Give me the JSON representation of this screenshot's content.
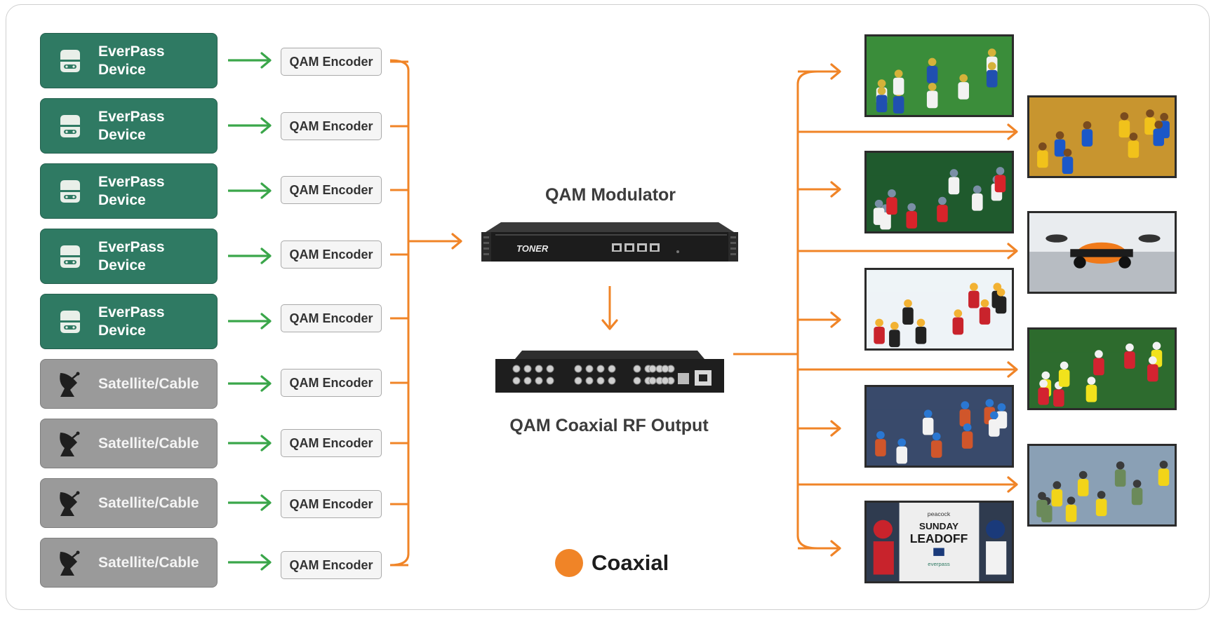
{
  "sources": [
    {
      "type": "everpass",
      "label": "EverPass Device",
      "icon": "everpass-device-icon"
    },
    {
      "type": "everpass",
      "label": "EverPass Device",
      "icon": "everpass-device-icon"
    },
    {
      "type": "everpass",
      "label": "EverPass Device",
      "icon": "everpass-device-icon"
    },
    {
      "type": "everpass",
      "label": "EverPass Device",
      "icon": "everpass-device-icon"
    },
    {
      "type": "everpass",
      "label": "EverPass Device",
      "icon": "everpass-device-icon"
    },
    {
      "type": "satellite",
      "label": "Satellite/Cable",
      "icon": "satellite-dish-icon"
    },
    {
      "type": "satellite",
      "label": "Satellite/Cable",
      "icon": "satellite-dish-icon"
    },
    {
      "type": "satellite",
      "label": "Satellite/Cable",
      "icon": "satellite-dish-icon"
    },
    {
      "type": "satellite",
      "label": "Satellite/Cable",
      "icon": "satellite-dish-icon"
    }
  ],
  "encoder_label": "QAM Encoder",
  "modulator": {
    "title": "QAM Modulator",
    "brand": "TONER"
  },
  "rf_output": {
    "title": "QAM Coaxial RF Output"
  },
  "legend": {
    "label": "Coaxial",
    "color": "#f08427"
  },
  "screens": [
    {
      "subject": "american-football"
    },
    {
      "subject": "basketball"
    },
    {
      "subject": "soccer"
    },
    {
      "subject": "formula-1"
    },
    {
      "subject": "ice-hockey"
    },
    {
      "subject": "college-football"
    },
    {
      "subject": "womens-basketball"
    },
    {
      "subject": "cycling"
    },
    {
      "subject": "baseball",
      "lines": [
        "peacock",
        "SUNDAY",
        "LEADOFF",
        "everpass"
      ]
    }
  ],
  "colors": {
    "everpass_green": "#2f7a63",
    "satellite_gray": "#9a9a9a",
    "input_arrow_green": "#3aa64a",
    "coaxial_orange": "#f08427"
  }
}
